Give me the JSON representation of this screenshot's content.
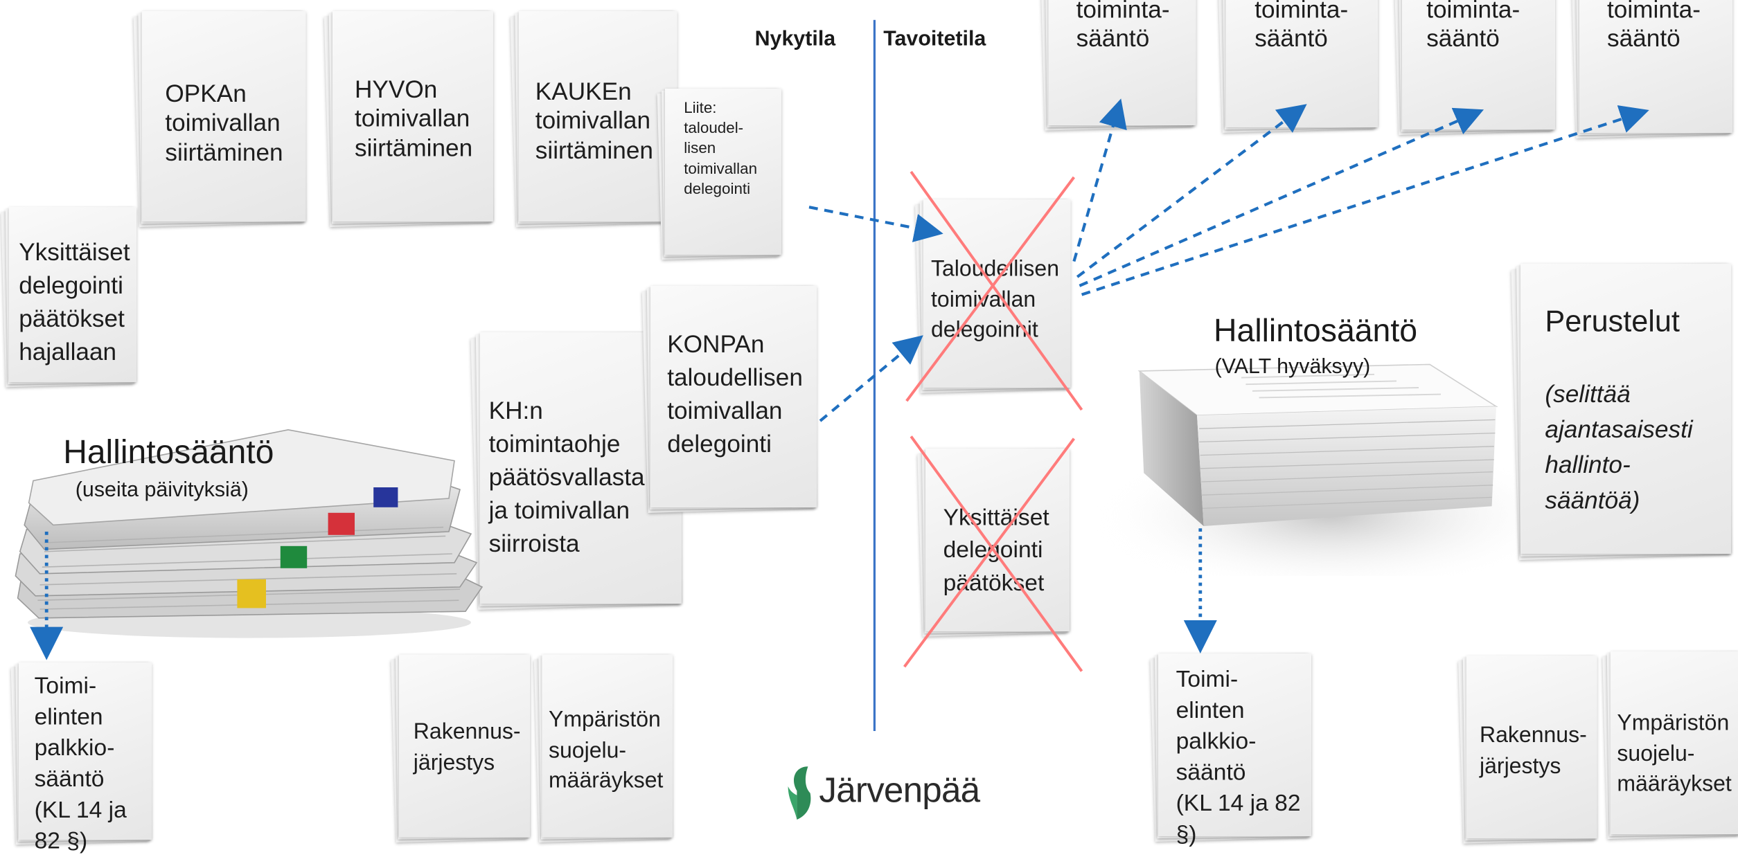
{
  "header": {
    "current_state": "Nykytila",
    "target_state": "Tavoitetila"
  },
  "current": {
    "docs": {
      "opka": "OPKAn\ntoimivallan\nsiirtäminen",
      "hyvo": "HYVOn\ntoimivallan\nsiirtäminen",
      "kauke": "KAUKEn\ntoimivallan\nsiirtäminen",
      "attachment": "Liite:\ntaloudel-\nlisen\ntoimivallan\ndelegointi",
      "individual": "Yksittäiset\ndelegointi\npäätökset\nhajallaan",
      "konpa": "KONPAn\ntaloudellisen\ntoimivallan\ndelegointi",
      "kh": "KH:n\ntoimintaohje\npäätösvallasta\nja toimivallan\nsiirroista",
      "fees": "Toimi-\nelinten\npalkkio-\nsääntö\n(KL 14 ja 82 §)",
      "building": "Rakennus-\njärjestys",
      "environment": "Ympäristön\nsuojelu-\nmääräykset"
    },
    "admin_rule": {
      "title": "Hallintosääntö",
      "subtitle": "(useita päivityksiä)"
    }
  },
  "target": {
    "rule_docs": [
      "toiminta-\nsääntö",
      "toiminta-\nsääntö",
      "toiminta-\nsääntö",
      "toiminta-\nsääntö"
    ],
    "financial_delegations": "Taloudellisen\ntoimivallan\ndelegoinnit",
    "individual_decisions": "Yksittäiset\ndelegointi\npäätökset",
    "admin_rule": {
      "title": "Hallintosääntö",
      "subtitle": "(VALT hyväksyy)"
    },
    "justification": {
      "title": "Perustelut",
      "body": "(selittää\najantasaisesti\nhallinto-\nsääntöä)"
    },
    "fees": "Toimi-\nelinten\npalkkio-\nsääntö\n(KL 14 ja 82 §)",
    "building": "Rakennus-\njärjestys",
    "environment": "Ympäristön\nsuojelu-\nmääräykset"
  },
  "logo": {
    "text": "Järvenpää",
    "color": "#2e8b57"
  },
  "colors": {
    "arrow": "#1f6fbf",
    "divider": "#3b74c7",
    "cross": "#ff7b7b"
  }
}
